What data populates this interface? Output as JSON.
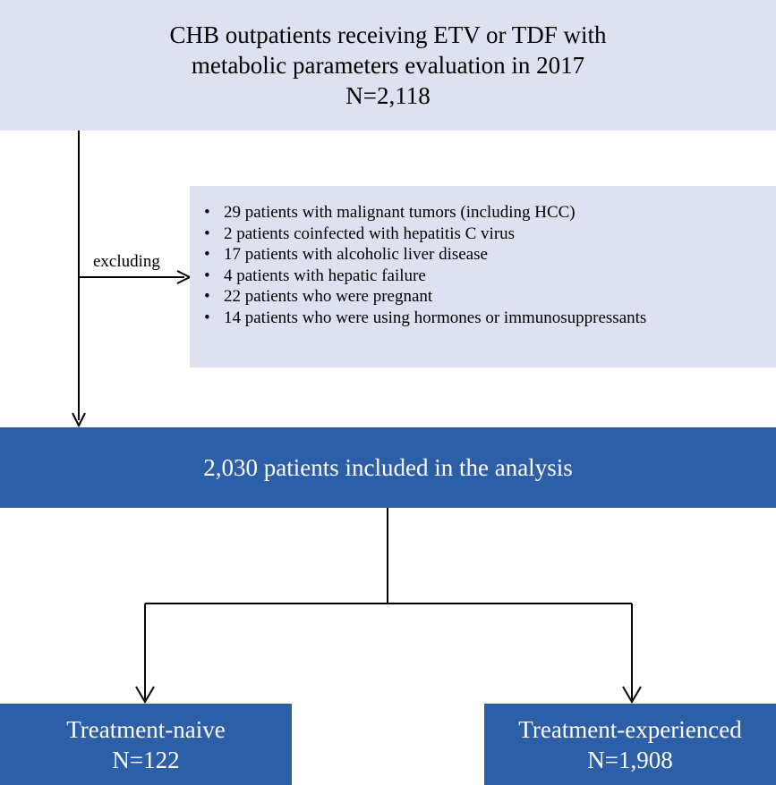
{
  "top_box": {
    "line1": "CHB outpatients receiving ETV or TDF with",
    "line2": "metabolic parameters evaluation in 2017",
    "line3": "N=2,118"
  },
  "exclusion": {
    "label": "excluding",
    "bullet": "•",
    "items": [
      "29 patients with malignant tumors (including HCC)",
      "2 patients coinfected with hepatitis C virus",
      "17 patients with alcoholic liver disease",
      "4 patients with hepatic failure",
      "22 patients who were pregnant",
      "14 patients who were using hormones or immunosuppressants"
    ]
  },
  "included_box": {
    "text": "2,030 patients included in the analysis"
  },
  "groups": [
    {
      "name": "Treatment-naive",
      "n": "N=122"
    },
    {
      "name": "Treatment-experienced",
      "n": "N=1,908"
    }
  ],
  "colors": {
    "light_box": "#dde1f0",
    "dark_box": "#2d5fa8",
    "line": "#000000"
  }
}
